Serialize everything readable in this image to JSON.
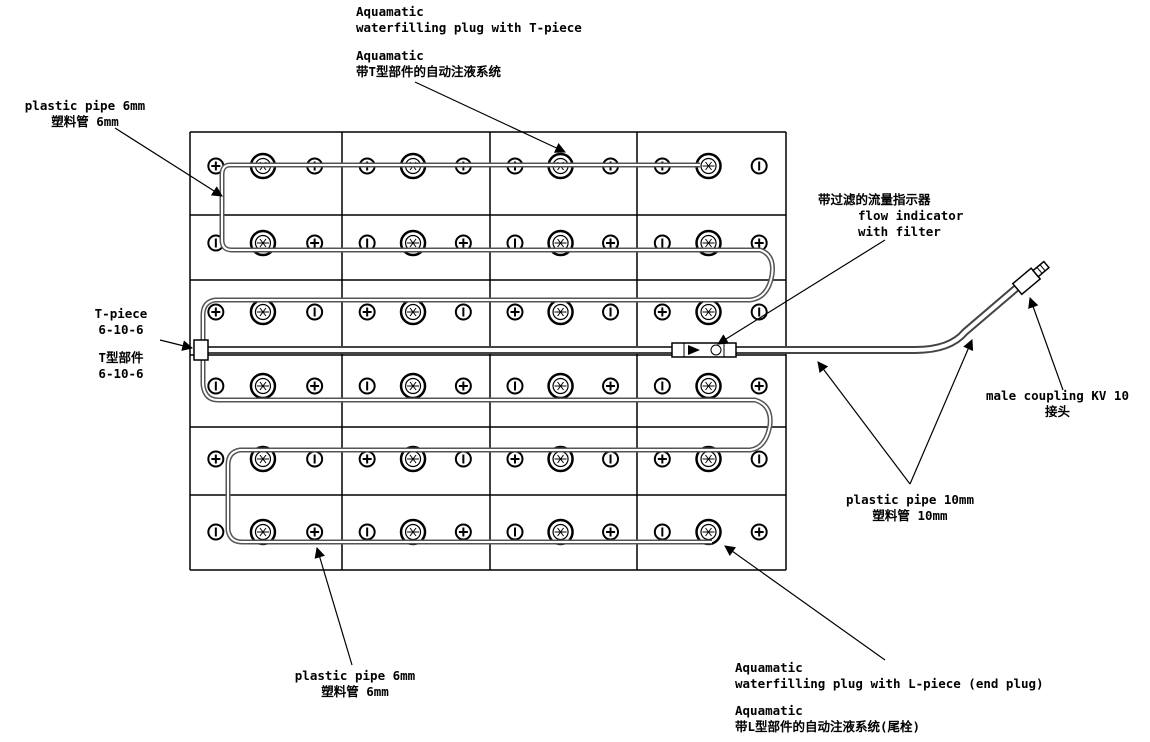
{
  "labels": {
    "top_plug_t_en_line1": "Aquamatic",
    "top_plug_t_en_line2": "waterfilling plug with T-piece",
    "top_plug_t_cn_line1": "Aquamatic",
    "top_plug_t_cn_line2": "带T型部件的自动注液系统",
    "pipe6_top_en": "plastic pipe 6mm",
    "pipe6_top_cn": "塑料管 6mm",
    "flow_indicator_cn": "带过滤的流量指示器",
    "flow_indicator_en_line1": "flow indicator",
    "flow_indicator_en_line2": "with filter",
    "tpiece_en_line1": "T-piece",
    "tpiece_en_line2": "6-10-6",
    "tpiece_cn_line1": "T型部件",
    "tpiece_cn_line2": "6-10-6",
    "male_coupling_en": "male coupling KV 10",
    "male_coupling_cn": "接头",
    "pipe10_en": "plastic pipe 10mm",
    "pipe10_cn": "塑料管 10mm",
    "pipe6_bottom_en": "plastic pipe 6mm",
    "pipe6_bottom_cn": "塑料管 6mm",
    "end_plug_en_line1": "Aquamatic",
    "end_plug_en_line2": "waterfilling plug with L-piece (end plug)",
    "end_plug_cn_line1": "Aquamatic",
    "end_plug_cn_line2": "带L型部件的自动注液系统(尾栓)"
  },
  "battery_grid": {
    "columns": 4,
    "rows": 6,
    "terminal_symbols": {
      "positive": "+",
      "negative": "−"
    },
    "row_terminal_pattern": [
      "+-",
      "-+",
      "+-",
      "-+",
      "+-",
      "-+"
    ]
  }
}
